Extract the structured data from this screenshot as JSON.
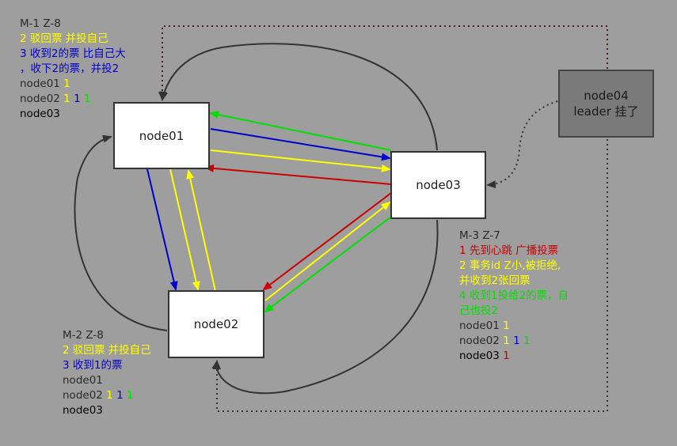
{
  "nodes": {
    "node01": "node01",
    "node02": "node02",
    "node03": "node03",
    "node04_name": "node04",
    "node04_status": "leader 挂了"
  },
  "note_node01": {
    "header": "M-1 Z-8",
    "step2": "2 驳回票 并投自己",
    "step3a": "3 收到2的票 比自己大",
    "step3b": "，收下2的票，并投2",
    "t1_label": "node01",
    "t1_votes": [
      "1"
    ],
    "t2_label": "node02",
    "t2_votes": [
      "1",
      "1",
      "1"
    ],
    "t3_label": "node03"
  },
  "note_node02": {
    "header": "M-2 Z-8",
    "step2": "2 驳回票 并投自己",
    "step3": "3 收到1的票",
    "t1_label": "node01",
    "t2_label": "node02",
    "t2_votes": [
      "1",
      "1",
      "1"
    ],
    "t3_label": "node03"
  },
  "note_node03": {
    "header": "M-3 Z-7",
    "step1": "1 先到心跳 广播投票",
    "step2a": "2 事务id Z小,被拒绝,",
    "step2b": "并收到2张回票",
    "step4a": "4 收到1投给2的票，自",
    "step4b": "己也投2",
    "t1_label": "node01",
    "t1_votes": [
      "1"
    ],
    "t2_label": "node02",
    "t2_votes": [
      "1",
      "1",
      "1"
    ],
    "t3_label": "node03",
    "t3_votes": [
      "1"
    ]
  },
  "colors": {
    "background": "#9e9e9e",
    "round1": "#cc0000",
    "round2": "#ffff00",
    "round3": "#0000cc",
    "round4": "#00e000",
    "heading": "#2a2a2a",
    "dark": "#333333"
  }
}
